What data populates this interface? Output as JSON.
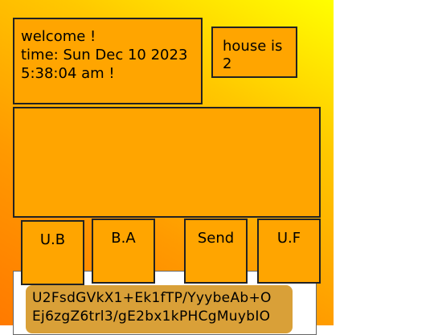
{
  "welcome": {
    "line1": "welcome !",
    "line2": "time: Sun Dec 10 2023",
    "line3": "5:38:04 am !"
  },
  "house": {
    "line1": "house is",
    "line2": "2"
  },
  "buttons": {
    "ub": "U.B",
    "ba": "B.A",
    "send": "Send",
    "uf": "U.F"
  },
  "message": {
    "line1": "U2FsdGVkX1+Ek1fTP/YyybeAb+O",
    "line2": "Ej6zgZ6trl3/gE2bx1kPHCgMuybIO"
  },
  "colors": {
    "box": "#ffa500",
    "message_bubble": "#d9a038",
    "gradient_start": "#ff7a00",
    "gradient_end": "#ffff00"
  }
}
